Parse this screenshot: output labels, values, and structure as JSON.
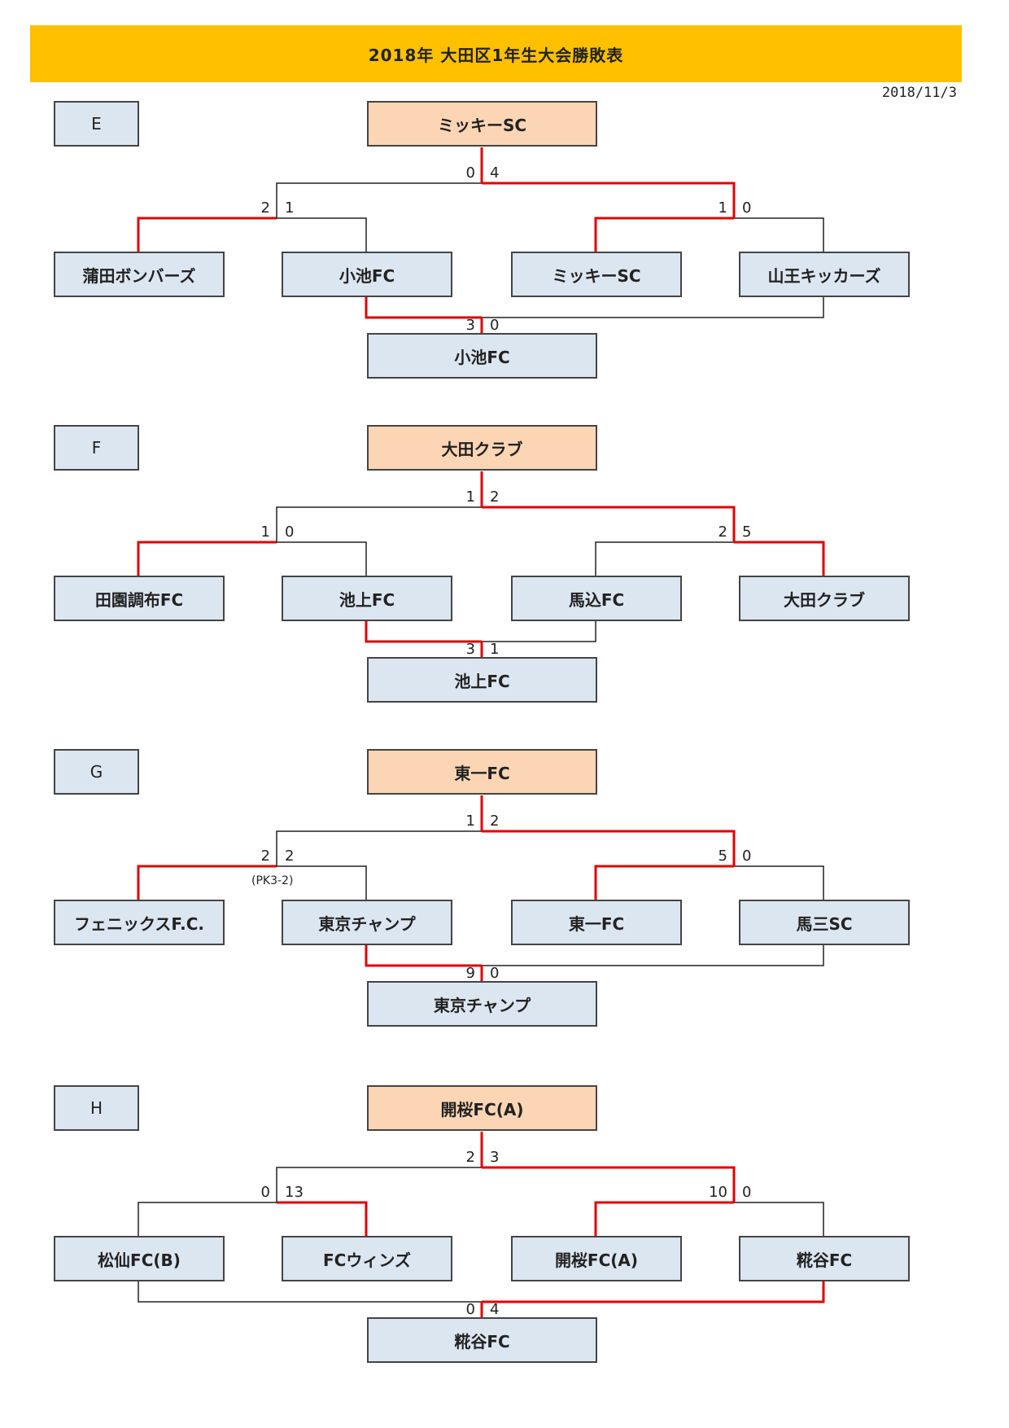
{
  "title": "2018年 大田区1年生大会勝敗表",
  "date": "2018/11/3",
  "colors": {
    "win_line": "#e00000",
    "line": "#222222",
    "box": "#dce6f1",
    "champion_box": "#fcd5b4",
    "title_bar": "#ffc000"
  },
  "brackets": [
    {
      "group": "E",
      "champion": "ミッキーSC",
      "teams": [
        "蒲田ボンバーズ",
        "小池FC",
        "ミッキーSC",
        "山王キッカーズ"
      ],
      "consolation": "小池FC",
      "scores": {
        "final": [
          "0",
          "4"
        ],
        "semi_left": [
          "2",
          "1"
        ],
        "semi_right": [
          "1",
          "0"
        ],
        "third": [
          "3",
          "0"
        ]
      }
    },
    {
      "group": "F",
      "champion": "大田クラブ",
      "teams": [
        "田園調布FC",
        "池上FC",
        "馬込FC",
        "大田クラブ"
      ],
      "consolation": "池上FC",
      "scores": {
        "final": [
          "1",
          "2"
        ],
        "semi_left": [
          "1",
          "0"
        ],
        "semi_right": [
          "2",
          "5"
        ],
        "third": [
          "3",
          "1"
        ]
      }
    },
    {
      "group": "G",
      "champion": "東一FC",
      "teams": [
        "フェニックスF.C.",
        "東京チャンプ",
        "東一FC",
        "馬三SC"
      ],
      "consolation": "東京チャンプ",
      "note": "(PK3-2)",
      "scores": {
        "final": [
          "1",
          "2"
        ],
        "semi_left": [
          "2",
          "2"
        ],
        "semi_right": [
          "5",
          "0"
        ],
        "third": [
          "9",
          "0"
        ]
      }
    },
    {
      "group": "H",
      "champion": "開桜FC(A)",
      "teams": [
        "松仙FC(B)",
        "FCウィンズ",
        "開桜FC(A)",
        "糀谷FC"
      ],
      "consolation": "糀谷FC",
      "scores": {
        "final": [
          "2",
          "3"
        ],
        "semi_left": [
          "0",
          "13"
        ],
        "semi_right": [
          "10",
          "0"
        ],
        "third": [
          "0",
          "4"
        ]
      }
    }
  ]
}
